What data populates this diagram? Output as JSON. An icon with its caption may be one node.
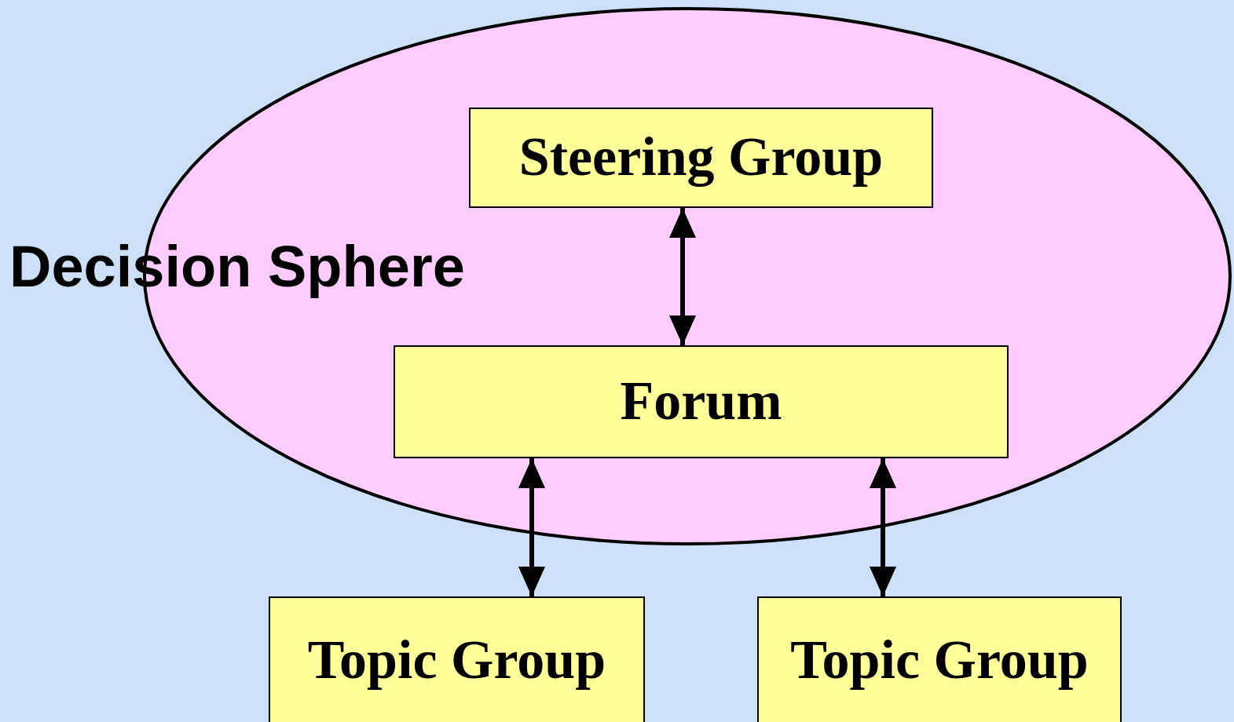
{
  "diagram": {
    "nodes": [
      {
        "text": [
          "Decision Sphere"
        ]
      },
      {
        "text": [
          "Steering Group"
        ],
        "in": 0
      },
      {
        "text": [
          "Forum"
        ],
        "in": 0
      },
      {
        "text": [
          "Topic Group"
        ]
      },
      {
        "text": [
          "Topic Group"
        ]
      }
    ],
    "edges": [
      {
        "from": 1,
        "to": 2,
        "arrow": "both"
      },
      {
        "from": 2,
        "to": 3,
        "arrow": "both"
      },
      {
        "from": 2,
        "to": 4,
        "arrow": "both"
      }
    ]
  }
}
